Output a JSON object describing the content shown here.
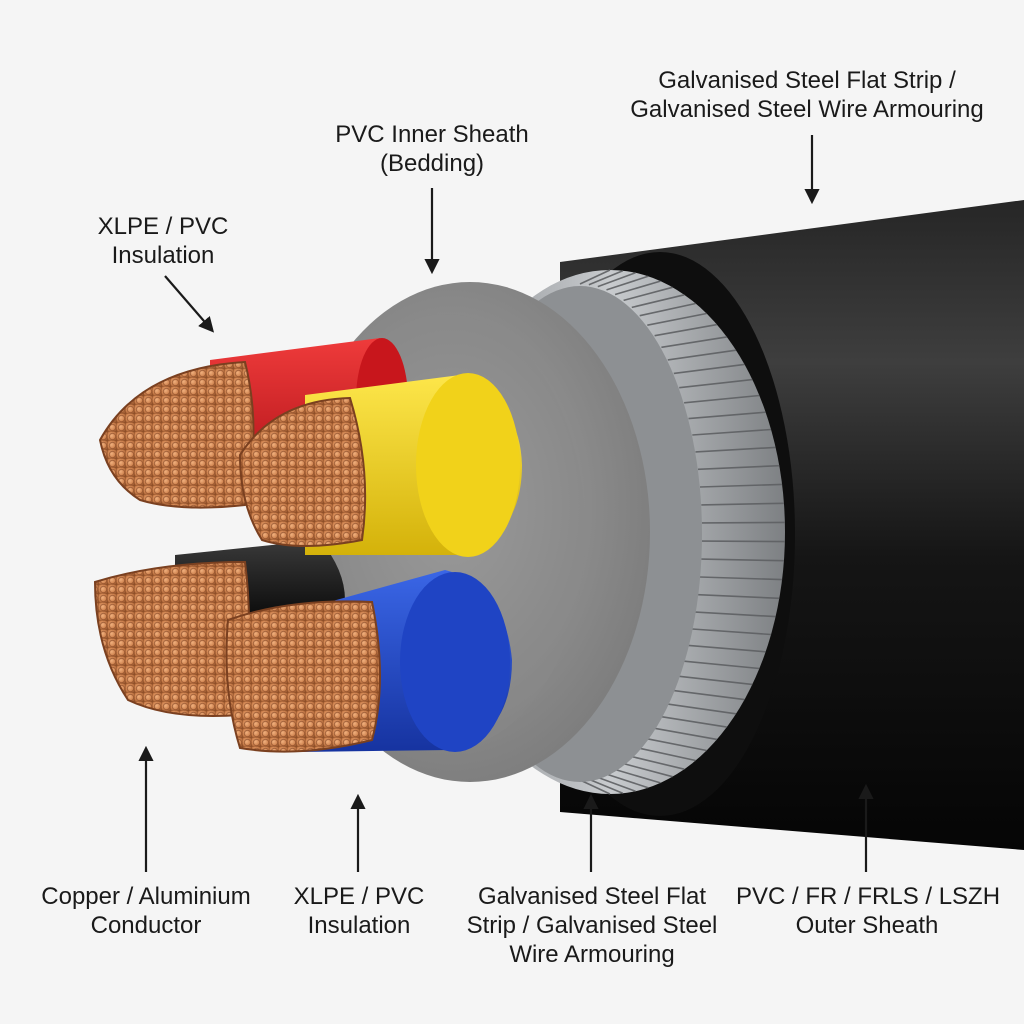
{
  "labels": {
    "armour_top": {
      "line1": "Galvanised Steel Flat Strip /",
      "line2": "Galvanised Steel Wire Armouring"
    },
    "inner_sheath": {
      "line1": "PVC Inner Sheath",
      "line2": "(Bedding)"
    },
    "insulation_top": {
      "line1": "XLPE / PVC",
      "line2": "Insulation"
    },
    "conductor": {
      "line1": "Copper / Aluminium",
      "line2": "Conductor"
    },
    "insulation_bottom": {
      "line1": "XLPE / PVC",
      "line2": "Insulation"
    },
    "armour_bottom": {
      "line1": "Galvanised Steel Flat",
      "line2": "Strip / Galvanised Steel",
      "line3": "Wire Armouring"
    },
    "outer_sheath": {
      "line1": "PVC / FR / FRLS / LSZH",
      "line2": "Outer Sheath"
    }
  },
  "colors": {
    "background": "#f5f5f5",
    "outer_sheath": "#1a1a1a",
    "armour": "#a9acaf",
    "inner_sheath": "#8f8f8f",
    "core_red": "#d0151d",
    "core_yellow": "#f2d41b",
    "core_black": "#141414",
    "core_blue": "#1e46c8",
    "copper": "#c97a48",
    "text": "#1a1a1a"
  }
}
